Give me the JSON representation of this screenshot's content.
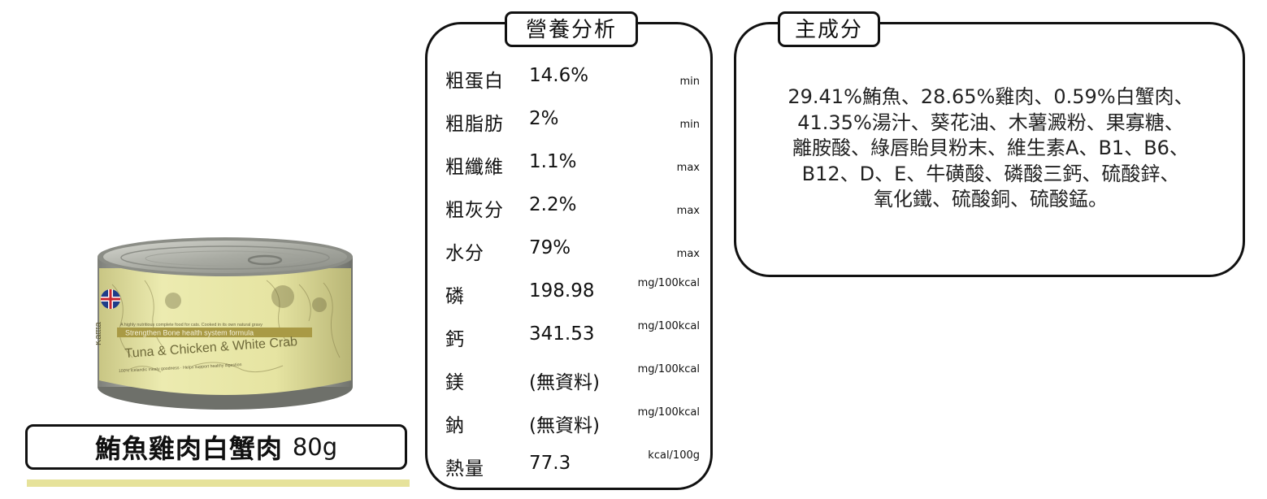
{
  "product": {
    "name": "鮪魚雞肉白蟹肉",
    "weight": "80g",
    "can": {
      "brand_partial": "Kattta",
      "small_text": "A highly nutritious complete food for cats. Cooked in its own natural gravy",
      "banner": "Strengthen Bone health system formula",
      "flavor": "Tuna & Chicken & White Crab",
      "footer": "100% Icelandic meaty goodness · Helps support healthy digestion"
    }
  },
  "nutrition": {
    "title": "營養分析",
    "rows": [
      {
        "label": "粗蛋白",
        "value": "14.6%",
        "unit": "min"
      },
      {
        "label": "粗脂肪",
        "value": "2%",
        "unit": "min"
      },
      {
        "label": "粗纖維",
        "value": "1.1%",
        "unit": "max"
      },
      {
        "label": "粗灰分",
        "value": "2.2%",
        "unit": "max"
      },
      {
        "label": "水分",
        "value": "79%",
        "unit": "max"
      },
      {
        "label": "磷",
        "value": "198.98",
        "unit": "mg/100kcal"
      },
      {
        "label": "鈣",
        "value": "341.53",
        "unit": "mg/100kcal"
      },
      {
        "label": "鎂",
        "value": "(無資料)",
        "unit": "mg/100kcal"
      },
      {
        "label": "鈉",
        "value": "(無資料)",
        "unit": "mg/100kcal"
      },
      {
        "label": "熱量",
        "value": "77.3",
        "unit": "kcal/100g"
      }
    ]
  },
  "ingredients": {
    "title": "主成分",
    "lines": [
      "29.41%鮪魚、28.65%雞肉、0.59%白蟹肉、",
      "41.35%湯汁、葵花油、木薯澱粉、果寡糖、",
      "離胺酸、綠唇貽貝粉末、維生素A、B1、B6、",
      "B12、D、E、牛磺酸、磷酸三鈣、硫酸鋅、",
      "氧化鐵、硫酸銅、硫酸錳。"
    ]
  },
  "colors": {
    "accent_bar": "#e6e29a",
    "can_label": "#e9e7a8",
    "can_banner": "#a99a45",
    "can_metal": "#9ea09a"
  }
}
